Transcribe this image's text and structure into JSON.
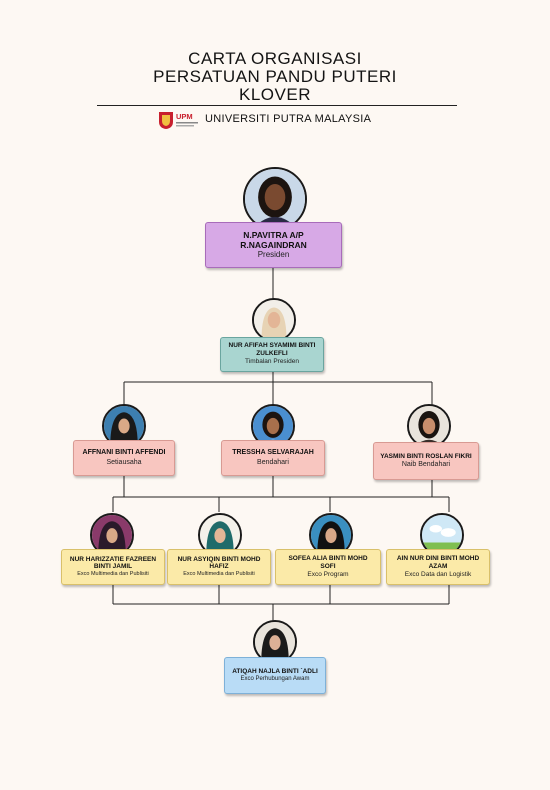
{
  "header": {
    "title_lines": [
      "CARTA ORGANISASI",
      "PERSATUAN PANDU PUTERI",
      "KLOVER"
    ],
    "university": "UNIVERSITI PUTRA MALAYSIA",
    "logo_text": "UPM"
  },
  "nodes": {
    "president": {
      "name": "N.PAVITRA A/P R.NAGAINDRAN",
      "role": "Presiden"
    },
    "vice_president": {
      "name": "NUR AFIFAH SYAMIMI BINTI ZULKEFLI",
      "role": "Timbalan Presiden"
    },
    "secretary": {
      "name": "AFFNANI BINTI AFFENDI",
      "role": "Setiausaha"
    },
    "treasurer": {
      "name": "TRESSHA SELVARAJAH",
      "role": "Bendahari"
    },
    "vice_treasurer": {
      "name": "YASMIN BINTI ROSLAN FIKRI",
      "role": "Naib Bendahari"
    },
    "exco_1": {
      "name": "NUR HARIZZATIE FAZREEN BINTI JAMIL",
      "role": "Exco Multimedia dan Publisiti"
    },
    "exco_2": {
      "name": "NUR ASYIQIN BINTI MOHD HAFIZ",
      "role": "Exco Multimedia dan Publisiti"
    },
    "exco_3": {
      "name": "SOFEA ALIA BINTI MOHD SOFI",
      "role": "Exco Program"
    },
    "exco_4": {
      "name": "AIN NUR DINI BINTI MOHD AZAM",
      "role": "Exco Data dan Logistik"
    },
    "exco_pr": {
      "name": "ATIQAH NAJLA BINTI `ADLI",
      "role": "Exco Perhubungan Awam"
    }
  },
  "colors": {
    "president": "#d7a9e6",
    "vice_president": "#a9d5d0",
    "level_2": "#f8c6c0",
    "level_3": "#fbeaa8",
    "level_4": "#b9dcf6",
    "logo_red": "#c8202e"
  }
}
